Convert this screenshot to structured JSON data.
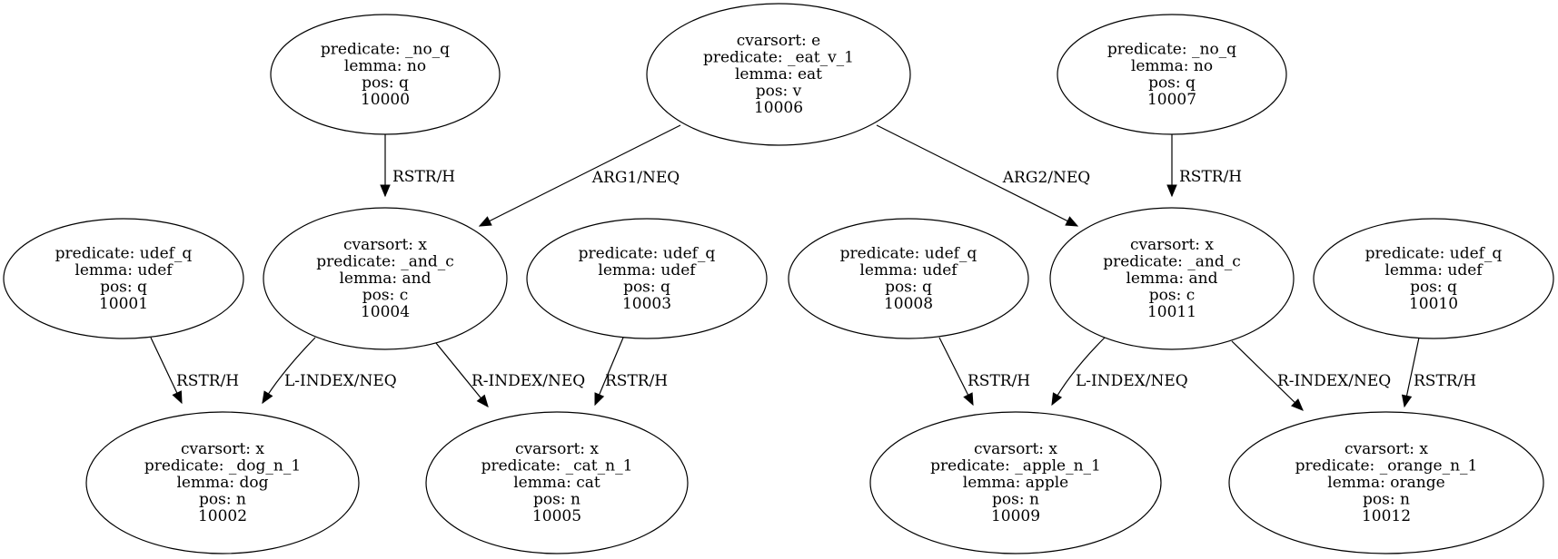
{
  "nodes": [
    {
      "id": "10000",
      "lines": [
        "predicate: _no_q",
        "lemma: no",
        "pos: q",
        "10000"
      ]
    },
    {
      "id": "10006",
      "lines": [
        "cvarsort: e",
        "predicate: _eat_v_1",
        "lemma: eat",
        "pos: v",
        "10006"
      ]
    },
    {
      "id": "10007",
      "lines": [
        "predicate: _no_q",
        "lemma: no",
        "pos: q",
        "10007"
      ]
    },
    {
      "id": "10001",
      "lines": [
        "predicate: udef_q",
        "lemma: udef",
        "pos: q",
        "10001"
      ]
    },
    {
      "id": "10004",
      "lines": [
        "cvarsort: x",
        "predicate: _and_c",
        "lemma: and",
        "pos: c",
        "10004"
      ]
    },
    {
      "id": "10003",
      "lines": [
        "predicate: udef_q",
        "lemma: udef",
        "pos: q",
        "10003"
      ]
    },
    {
      "id": "10008",
      "lines": [
        "predicate: udef_q",
        "lemma: udef",
        "pos: q",
        "10008"
      ]
    },
    {
      "id": "10011",
      "lines": [
        "cvarsort: x",
        "predicate: _and_c",
        "lemma: and",
        "pos: c",
        "10011"
      ]
    },
    {
      "id": "10010",
      "lines": [
        "predicate: udef_q",
        "lemma: udef",
        "pos: q",
        "10010"
      ]
    },
    {
      "id": "10002",
      "lines": [
        "cvarsort: x",
        "predicate: _dog_n_1",
        "lemma: dog",
        "pos: n",
        "10002"
      ]
    },
    {
      "id": "10005",
      "lines": [
        "cvarsort: x",
        "predicate: _cat_n_1",
        "lemma: cat",
        "pos: n",
        "10005"
      ]
    },
    {
      "id": "10009",
      "lines": [
        "cvarsort: x",
        "predicate: _apple_n_1",
        "lemma: apple",
        "pos: n",
        "10009"
      ]
    },
    {
      "id": "10012",
      "lines": [
        "cvarsort: x",
        "predicate: _orange_n_1",
        "lemma: orange",
        "pos: n",
        "10012"
      ]
    }
  ],
  "edges": [
    {
      "from": "10000",
      "to": "10004",
      "label": "RSTR/H"
    },
    {
      "from": "10006",
      "to": "10004",
      "label": "ARG1/NEQ"
    },
    {
      "from": "10006",
      "to": "10011",
      "label": "ARG2/NEQ"
    },
    {
      "from": "10007",
      "to": "10011",
      "label": "RSTR/H"
    },
    {
      "from": "10001",
      "to": "10002",
      "label": "RSTR/H"
    },
    {
      "from": "10004",
      "to": "10002",
      "label": "L-INDEX/NEQ"
    },
    {
      "from": "10004",
      "to": "10005",
      "label": "R-INDEX/NEQ"
    },
    {
      "from": "10003",
      "to": "10005",
      "label": "RSTR/H"
    },
    {
      "from": "10008",
      "to": "10009",
      "label": "RSTR/H"
    },
    {
      "from": "10011",
      "to": "10009",
      "label": "L-INDEX/NEQ"
    },
    {
      "from": "10011",
      "to": "10012",
      "label": "R-INDEX/NEQ"
    },
    {
      "from": "10010",
      "to": "10012",
      "label": "RSTR/H"
    }
  ]
}
